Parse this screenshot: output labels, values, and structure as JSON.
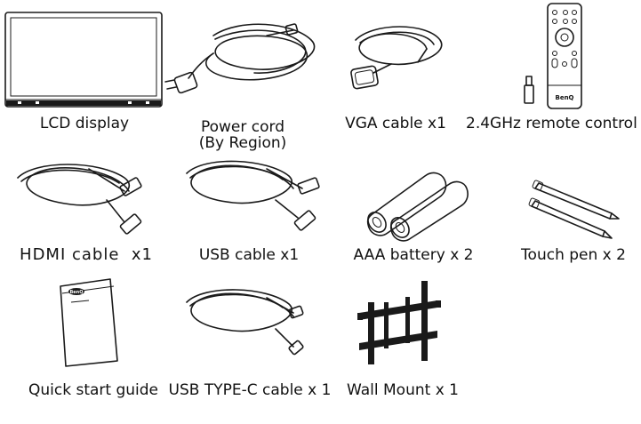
{
  "items": [
    {
      "id": "lcd",
      "label": "LCD display"
    },
    {
      "id": "power",
      "label": "Power cord",
      "sub": "(By Region)"
    },
    {
      "id": "vga",
      "label": "VGA cable x1"
    },
    {
      "id": "remote",
      "label": "2.4GHz remote control",
      "brand": "BenQ"
    },
    {
      "id": "hdmi",
      "label": "HDMI cable  x1"
    },
    {
      "id": "usb",
      "label": "USB cable x1"
    },
    {
      "id": "battery",
      "label": "AAA battery x 2"
    },
    {
      "id": "pen",
      "label": "Touch pen x 2"
    },
    {
      "id": "guide",
      "label": "Quick start guide",
      "brand": "BenQ"
    },
    {
      "id": "usbc",
      "label": "USB TYPE-C cable x 1"
    },
    {
      "id": "wall",
      "label": "Wall Mount x 1"
    }
  ]
}
